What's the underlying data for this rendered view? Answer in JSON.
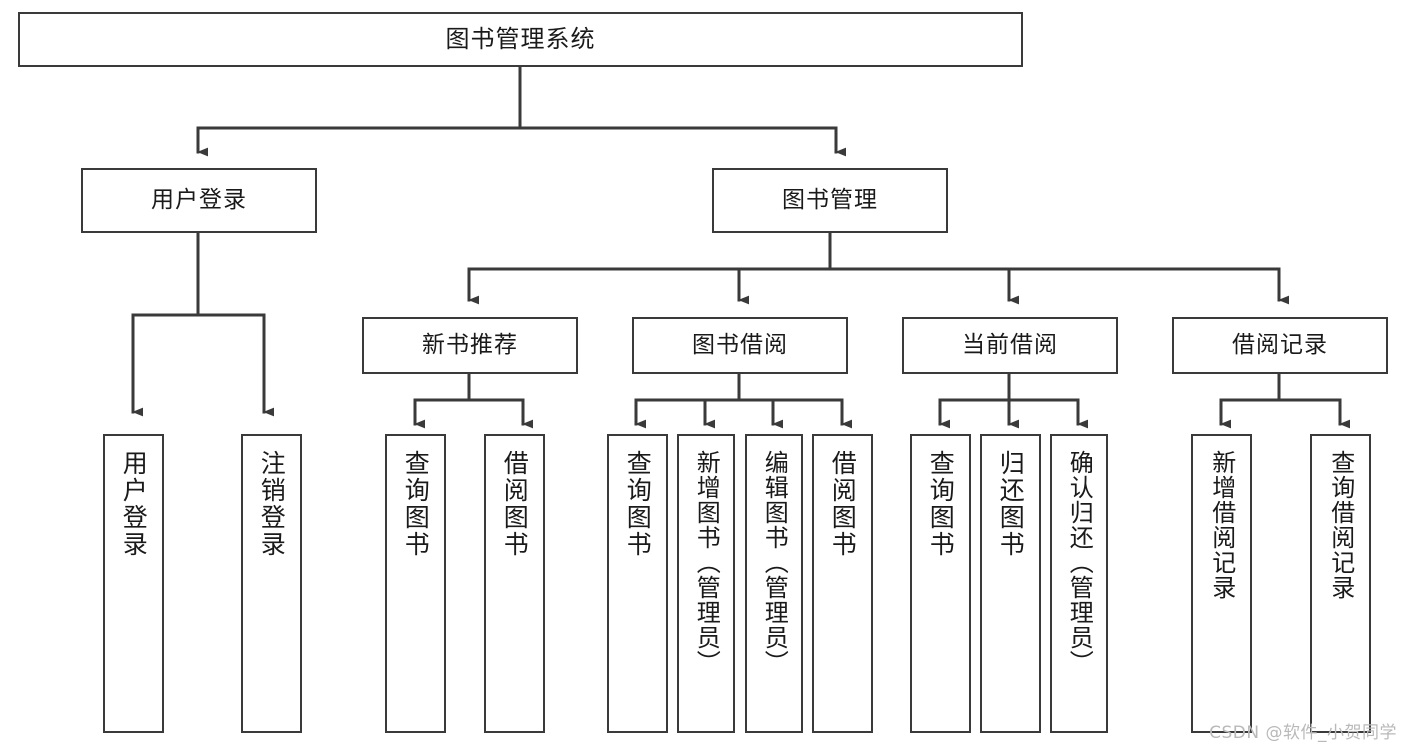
{
  "diagram": {
    "title": "图书管理系统",
    "type": "hierarchy-tree",
    "orientation": "top-down"
  },
  "root": {
    "label": "图书管理系统"
  },
  "level2": [
    {
      "label": "用户登录"
    },
    {
      "label": "图书管理"
    }
  ],
  "level3": [
    {
      "label": "新书推荐"
    },
    {
      "label": "图书借阅"
    },
    {
      "label": "当前借阅"
    },
    {
      "label": "借阅记录"
    }
  ],
  "leaves": {
    "user_login": [
      {
        "label": "用户登录"
      },
      {
        "label": "注销登录"
      }
    ],
    "new_book_recommend": [
      {
        "label": "查询图书"
      },
      {
        "label": "借阅图书"
      }
    ],
    "book_borrow": [
      {
        "label": "查询图书"
      },
      {
        "label": "新增图书（管理员）"
      },
      {
        "label": "编辑图书（管理员）"
      },
      {
        "label": "借阅图书"
      }
    ],
    "current_borrow": [
      {
        "label": "查询图书"
      },
      {
        "label": "归还图书"
      },
      {
        "label": "确认归还（管理员）"
      }
    ],
    "borrow_record": [
      {
        "label": "新增借阅记录"
      },
      {
        "label": "查询借阅记录"
      }
    ]
  },
  "watermark": {
    "text": "CSDN @软件_小贺同学"
  },
  "colors": {
    "stroke": "#3a3a3a",
    "text": "#1a1a1a",
    "background": "#ffffff",
    "watermark": "#b9b9b9"
  }
}
